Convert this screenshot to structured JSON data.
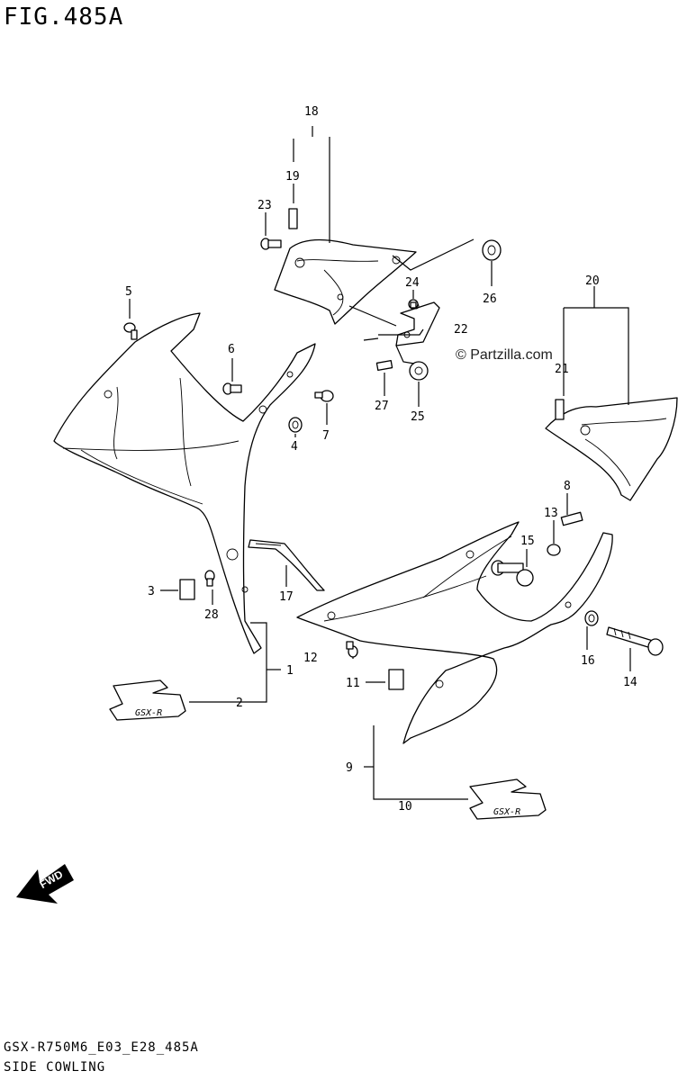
{
  "figure": {
    "title": "FIG.485A",
    "code": "GSX-R750M6_E03_E28_485A",
    "subtitle": "SIDE COWLING",
    "watermark": "© Partzilla.com"
  },
  "callouts": {
    "p1": "1",
    "p2": "2",
    "p3": "3",
    "p4": "4",
    "p5": "5",
    "p6": "6",
    "p7": "7",
    "p8": "8",
    "p9": "9",
    "p10": "10",
    "p11": "11",
    "p12": "12",
    "p13": "13",
    "p14": "14",
    "p15": "15",
    "p16": "16",
    "p17": "17",
    "p18": "18",
    "p19": "19",
    "p20": "20",
    "p21": "21",
    "p22": "22",
    "p23": "23",
    "p24": "24",
    "p25": "25",
    "p26": "26",
    "p27": "27",
    "p28": "28"
  },
  "fwd_label": "FWD",
  "emblem_text": "GSX-R"
}
